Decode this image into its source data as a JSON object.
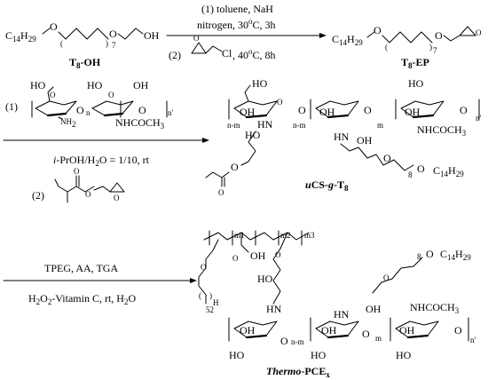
{
  "reaction_1": {
    "reactant_formula": {
      "main": "C",
      "sub": "14",
      "rest": "H",
      "rest_sub": "29"
    },
    "repeat": "7",
    "oh": "OH",
    "reactant_name": "T",
    "reactant_name_sub": "8",
    "reactant_name_suffix": "-OH",
    "step1": "(1) toluene, NaH",
    "step1b": "nitrogen, 30",
    "step1b_deg": "o",
    "step1b_end": "C, 3h",
    "step2_prefix": "(2)",
    "cl": "Cl",
    "step2_cond": ", 40",
    "step2_deg": "o",
    "step2_end": "C, 8h",
    "product_name": "T",
    "product_name_sub": "8",
    "product_name_suffix": "-EP",
    "product_repeat": "7"
  },
  "reaction_2": {
    "step1_label": "(1)",
    "step2_label": "(2)",
    "nh2": "NH",
    "nh2_sub": "2",
    "nhcocha": "NHCOCH",
    "nhcocha_sub": "3",
    "n": "n",
    "nprime": "n'",
    "solvent_italic": "i",
    "solvent_rest": "-PrOH/H",
    "solvent_sub1": "2",
    "solvent_end": "O = 1/10, rt",
    "product_italic": "u",
    "product_cs": "CS-",
    "product_g": "g",
    "product_t": "-T",
    "product_sub": "8",
    "chain_end": "C",
    "chain_end_sub": "14",
    "chain_end_h": "H",
    "chain_end_hsub": "29",
    "repeat": "8",
    "nm": "n-m",
    "m": "m",
    "oh": "OH",
    "hn": "HN",
    "ho": "HO",
    "o": "O",
    "nhcoch3": "NHCOCH",
    "nhcoch3_sub": "3"
  },
  "reaction_3": {
    "reagents_top": "TPEG, AA, TGA",
    "reagents_bottom_pre": "H",
    "reagents_bottom_sub": "2",
    "reagents_bottom_mid": "O",
    "reagents_bottom_sub2": "2",
    "reagents_bottom_end": "-Vitamin C, rt, H",
    "reagents_bottom_sub3": "2",
    "reagents_bottom_final": "O",
    "m1": "m1",
    "m2": "m2",
    "m3": "m3",
    "peg_repeat": "52",
    "repeat8": "8",
    "chain_end": "C",
    "chain_end_sub": "14",
    "chain_end_h": "H",
    "chain_end_hsub": "29",
    "product_italic": "Thermo",
    "product_rest": "-PCE",
    "product_sub": "x",
    "nm": "n-m",
    "m": "m",
    "nprime": "n'",
    "oh": "OH",
    "hn": "HN",
    "ho": "HO",
    "o": "O",
    "nhcoch3": "NHCOCH",
    "nhcoch3_sub": "3"
  }
}
